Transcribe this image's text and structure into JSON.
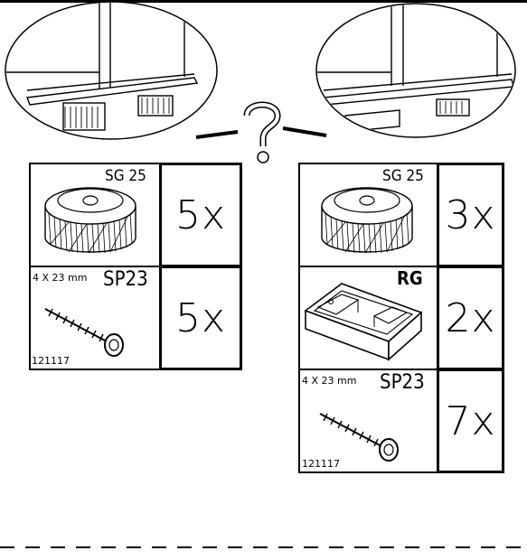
{
  "question_mark": "?",
  "left_column": {
    "part1": {
      "code": "SG 25",
      "qty": "5x"
    },
    "part2": {
      "dimensions": "4 X 23 mm",
      "code": "SP23",
      "article": "121117",
      "qty": "5x"
    }
  },
  "right_column": {
    "part1": {
      "code": "SG 25",
      "qty": "3x"
    },
    "part2": {
      "code": "RG",
      "qty": "2x"
    },
    "part3": {
      "dimensions": "4 X 23 mm",
      "code": "SP23",
      "article": "121117",
      "qty": "7x"
    }
  },
  "icons": [
    "foot-sg25-icon",
    "screw-sp23-icon",
    "riser-rg-icon",
    "question-mark-icon"
  ]
}
